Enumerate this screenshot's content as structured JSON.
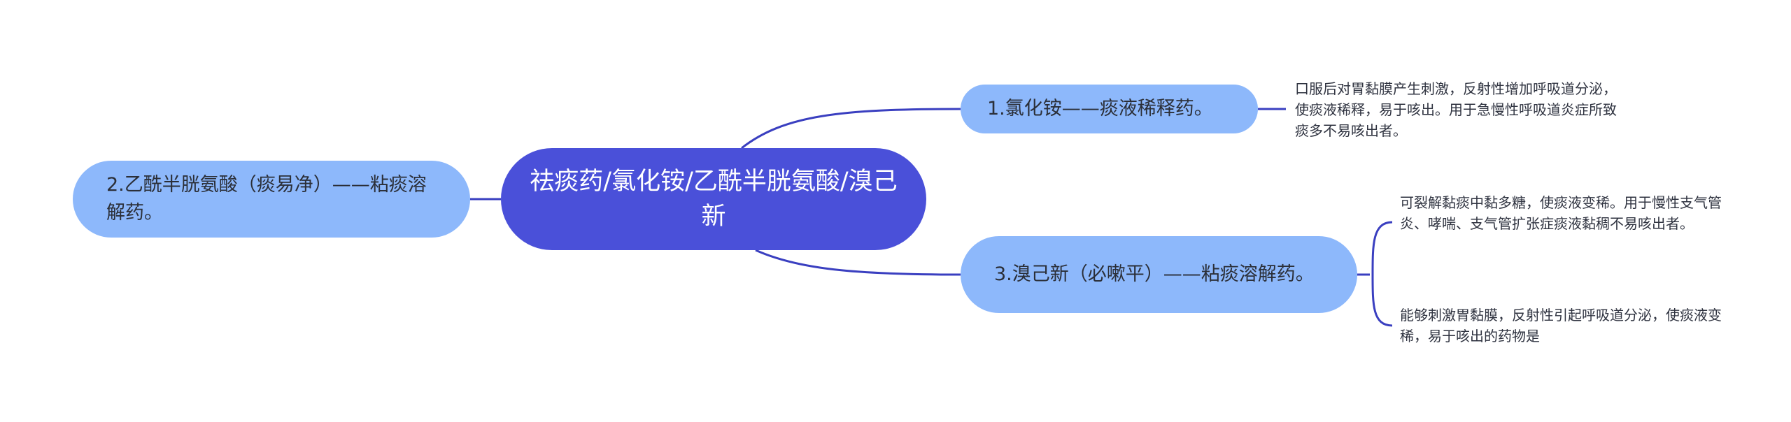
{
  "colors": {
    "center_fill": "#4a50d9",
    "branch_fill": "#8db8fb",
    "edge": "#3a3fc0",
    "leaf_text": "#2f3340"
  },
  "center": {
    "label": "祛痰药/氯化铵/乙酰半胱氨酸/溴己新"
  },
  "branches": [
    {
      "label": "1.氯化铵——痰液稀释药。",
      "details": [
        "口服后对胃黏膜产生刺激，反射性增加呼吸道分泌，使痰液稀释，易于咳出。用于急慢性呼吸道炎症所致痰多不易咳出者。"
      ]
    },
    {
      "label": "2.乙酰半胱氨酸（痰易净）——粘痰溶解药。",
      "details": []
    },
    {
      "label": "3.溴己新（必嗽平）——粘痰溶解药。",
      "details": [
        "可裂解黏痰中黏多糖，使痰液变稀。用于慢性支气管炎、哮喘、支气管扩张症痰液黏稠不易咳出者。",
        "能够刺激胃黏膜，反射性引起呼吸道分泌，使痰液变稀，易于咳出的药物是"
      ]
    }
  ]
}
